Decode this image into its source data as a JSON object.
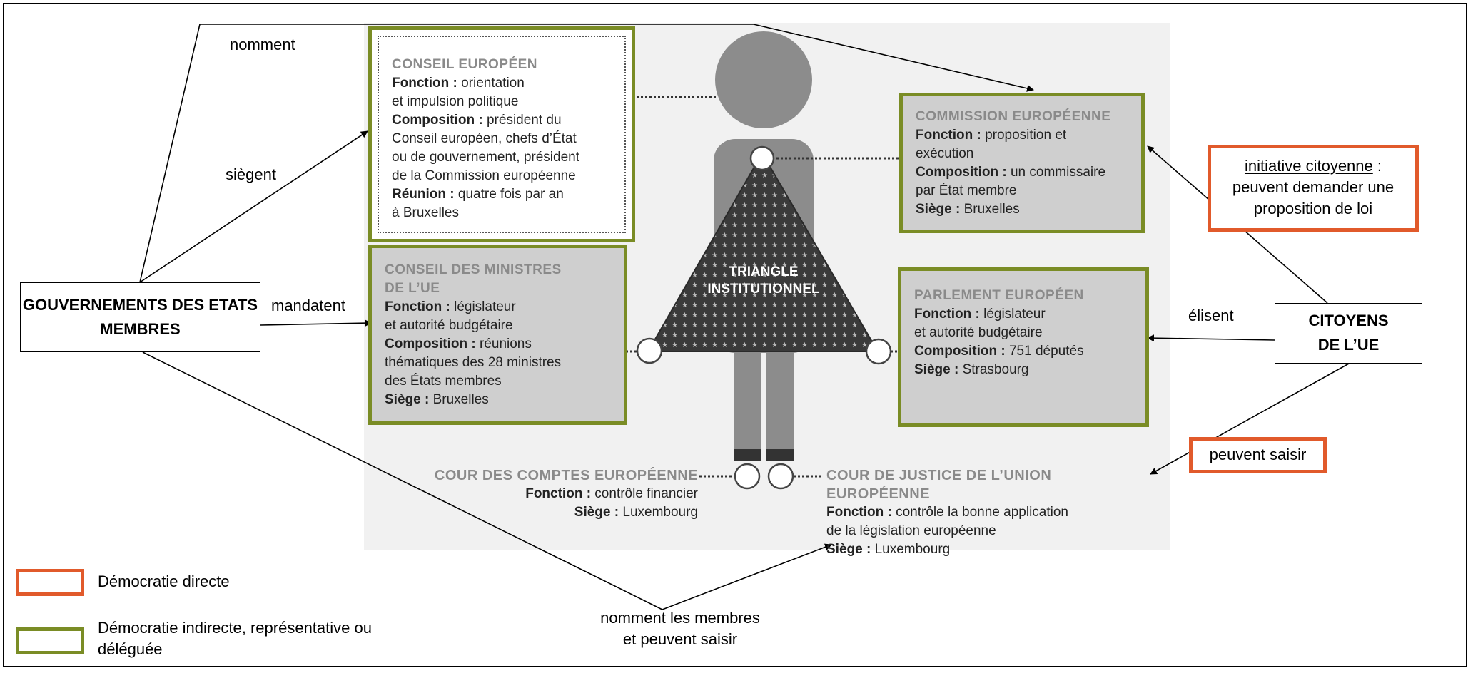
{
  "colors": {
    "direct": "#e15a2b",
    "indirect": "#7a8c25",
    "institution_bg": "#cfcfcf",
    "figure": "#8c8c8c",
    "triangle": "#3a3a3a"
  },
  "actors": {
    "governments": "GOUVERNEMENTS DES ETATS MEMBRES",
    "citizens": "CITOYENS DE L’UE"
  },
  "arrows": {
    "nomment": "nomment",
    "siegent": "siègent",
    "mandatent": "mandatent",
    "elisent": "élisent",
    "nomment_membres_line1": "nomment les membres",
    "nomment_membres_line2": "et peuvent saisir"
  },
  "direct_boxes": {
    "initiative_title": "initiative citoyenne",
    "initiative_colon": " :",
    "initiative_line2": "peuvent demander une",
    "initiative_line3": "proposition de loi",
    "peuvent_saisir": "peuvent saisir"
  },
  "institutions": {
    "conseil_europeen": {
      "title": "CONSEIL EUROPÉEN",
      "fonction_label": "Fonction :",
      "fonction_1": " orientation",
      "fonction_2": "et impulsion politique",
      "composition_label": "Composition :",
      "composition_1": " président du",
      "composition_2": "Conseil européen, chefs d’État",
      "composition_3": "ou de gouvernement, président",
      "composition_4": "de la Commission européenne",
      "reunion_label": "Réunion :",
      "reunion_1": " quatre fois par an",
      "reunion_2": "à Bruxelles"
    },
    "conseil_ministres": {
      "title_1": "CONSEIL DES MINISTRES",
      "title_2": "DE L’UE",
      "fonction_label": "Fonction :",
      "fonction_1": " législateur",
      "fonction_2": "et autorité budgétaire",
      "composition_label": "Composition :",
      "composition_1": " réunions",
      "composition_2": "thématiques des 28 ministres",
      "composition_3": "des États membres",
      "siege_label": "Siège :",
      "siege": " Bruxelles"
    },
    "commission": {
      "title": "COMMISSION EUROPÉENNE",
      "fonction_label": "Fonction :",
      "fonction_1": " proposition et",
      "fonction_2": "exécution",
      "composition_label": "Composition :",
      "composition_1": " un commissaire",
      "composition_2": "par État membre",
      "siege_label": "Siège :",
      "siege": " Bruxelles"
    },
    "parlement": {
      "title": "PARLEMENT EUROPÉEN",
      "fonction_label": "Fonction :",
      "fonction_1": " législateur",
      "fonction_2": "et autorité budgétaire",
      "composition_label": "Composition :",
      "composition_1": " 751 députés",
      "siege_label": "Siège :",
      "siege": " Strasbourg"
    },
    "cour_comptes": {
      "title": "COUR DES COMPTES EUROPÉENNE",
      "fonction_label": "Fonction :",
      "fonction": " contrôle financier",
      "siege_label": "Siège :",
      "siege": " Luxembourg"
    },
    "cour_justice": {
      "title": "COUR DE JUSTICE DE L’UNION EUROPÉENNE",
      "fonction_label": "Fonction :",
      "fonction_1": " contrôle la bonne application",
      "fonction_2": "de la législation européenne",
      "siege_label": "Siège :",
      "siege": " Luxembourg"
    }
  },
  "triangle": {
    "line1": "TRIANGLE",
    "line2": "INSTITUTIONNEL"
  },
  "legend": {
    "direct": "Démocratie directe",
    "indirect_1": "Démocratie indirecte, représentative ou",
    "indirect_2": "déléguée"
  }
}
